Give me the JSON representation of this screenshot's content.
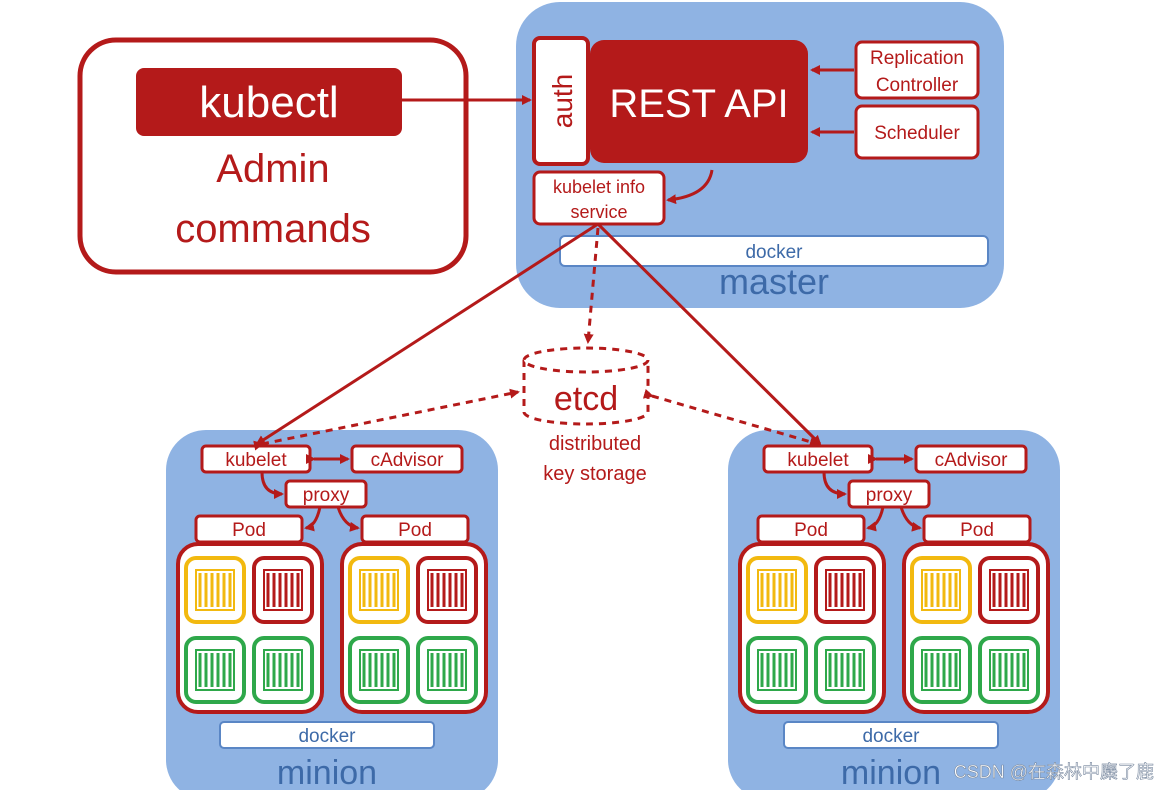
{
  "admin": {
    "kubectl_label": "kubectl",
    "commands_line1": "Admin",
    "commands_line2": "commands"
  },
  "master": {
    "label": "master",
    "auth_label": "auth",
    "rest_api_label": "REST API",
    "replication_controller_line1": "Replication",
    "replication_controller_line2": "Controller",
    "scheduler_label": "Scheduler",
    "kubelet_info_line1": "kubelet info",
    "kubelet_info_line2": "service",
    "docker_label": "docker"
  },
  "etcd": {
    "label": "etcd",
    "caption_line1": "distributed",
    "caption_line2": "key storage"
  },
  "minions": [
    {
      "label": "minion",
      "kubelet_label": "kubelet",
      "cadvisor_label": "cAdvisor",
      "proxy_label": "proxy",
      "pods": [
        {
          "label": "Pod",
          "containers": [
            "yellow",
            "red",
            "green",
            "green"
          ]
        },
        {
          "label": "Pod",
          "containers": [
            "yellow",
            "red",
            "green",
            "green"
          ]
        }
      ],
      "docker_label": "docker"
    },
    {
      "label": "minion",
      "kubelet_label": "kubelet",
      "cadvisor_label": "cAdvisor",
      "proxy_label": "proxy",
      "pods": [
        {
          "label": "Pod",
          "containers": [
            "yellow",
            "red",
            "green",
            "green"
          ]
        },
        {
          "label": "Pod",
          "containers": [
            "yellow",
            "red",
            "green",
            "green"
          ]
        }
      ],
      "docker_label": "docker"
    }
  ],
  "colors": {
    "brand_red": "#b41a1a",
    "panel_blue": "#8fb3e3",
    "docker_text_blue": "#3d6aa8",
    "container_yellow": "#f2b90f",
    "container_red": "#b41a1a",
    "container_green": "#2ea84a"
  },
  "watermark": "CSDN @在森林中麋了鹿"
}
